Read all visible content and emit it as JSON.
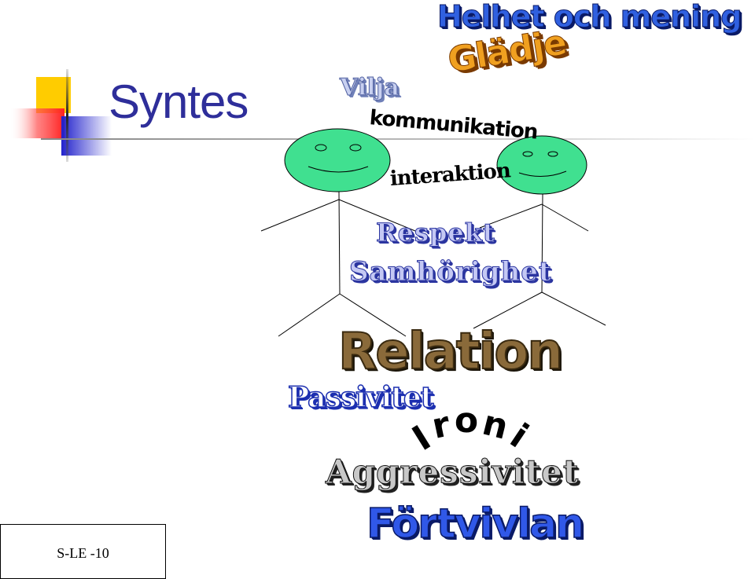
{
  "slide": {
    "title": "Syntes",
    "footer": "S-LE  -10"
  },
  "words": {
    "helhet": "Helhet och mening",
    "gladje": "Glädje",
    "vilja": "Vilja",
    "kommunikation": "kommunikation",
    "interaktion": "interaktion",
    "respekt": "Respekt",
    "samhorighet": "Samhörighet",
    "relation": "Relation",
    "passivitet": "Passivitet",
    "ironi": "Ironi",
    "aggressivitet": "Aggressivitet",
    "fortvivlan": "Förtvivlan"
  },
  "figures": [
    {
      "name": "left-stick-figure",
      "face": "smiley-face-icon",
      "color": "#40e090"
    },
    {
      "name": "right-stick-figure",
      "face": "smiley-face-icon",
      "color": "#40e090"
    }
  ],
  "colors": {
    "title": "#2e2e9a",
    "smiley": "#40e090",
    "deco_yellow": "#ffcc00",
    "deco_red": "#ff3030",
    "deco_blue": "#2222cc"
  }
}
